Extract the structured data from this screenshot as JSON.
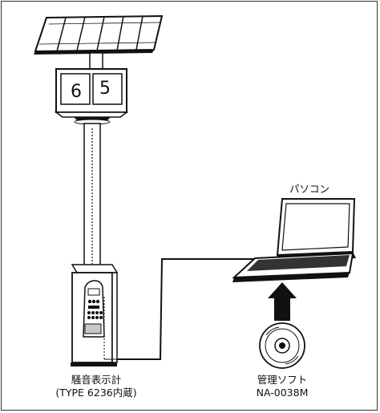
{
  "display": {
    "digit_left": "6",
    "digit_right": "5"
  },
  "labels": {
    "pc": "パソコン",
    "meter_line1": "騒音表示計",
    "meter_line2": "(TYPE 6236内蔵)",
    "software_line1": "管理ソフト",
    "software_line2": "NA-0038M"
  },
  "colors": {
    "line": "#111111",
    "fill_dark": "#1a1a1a",
    "screen_gray": "#c8c8c8"
  }
}
